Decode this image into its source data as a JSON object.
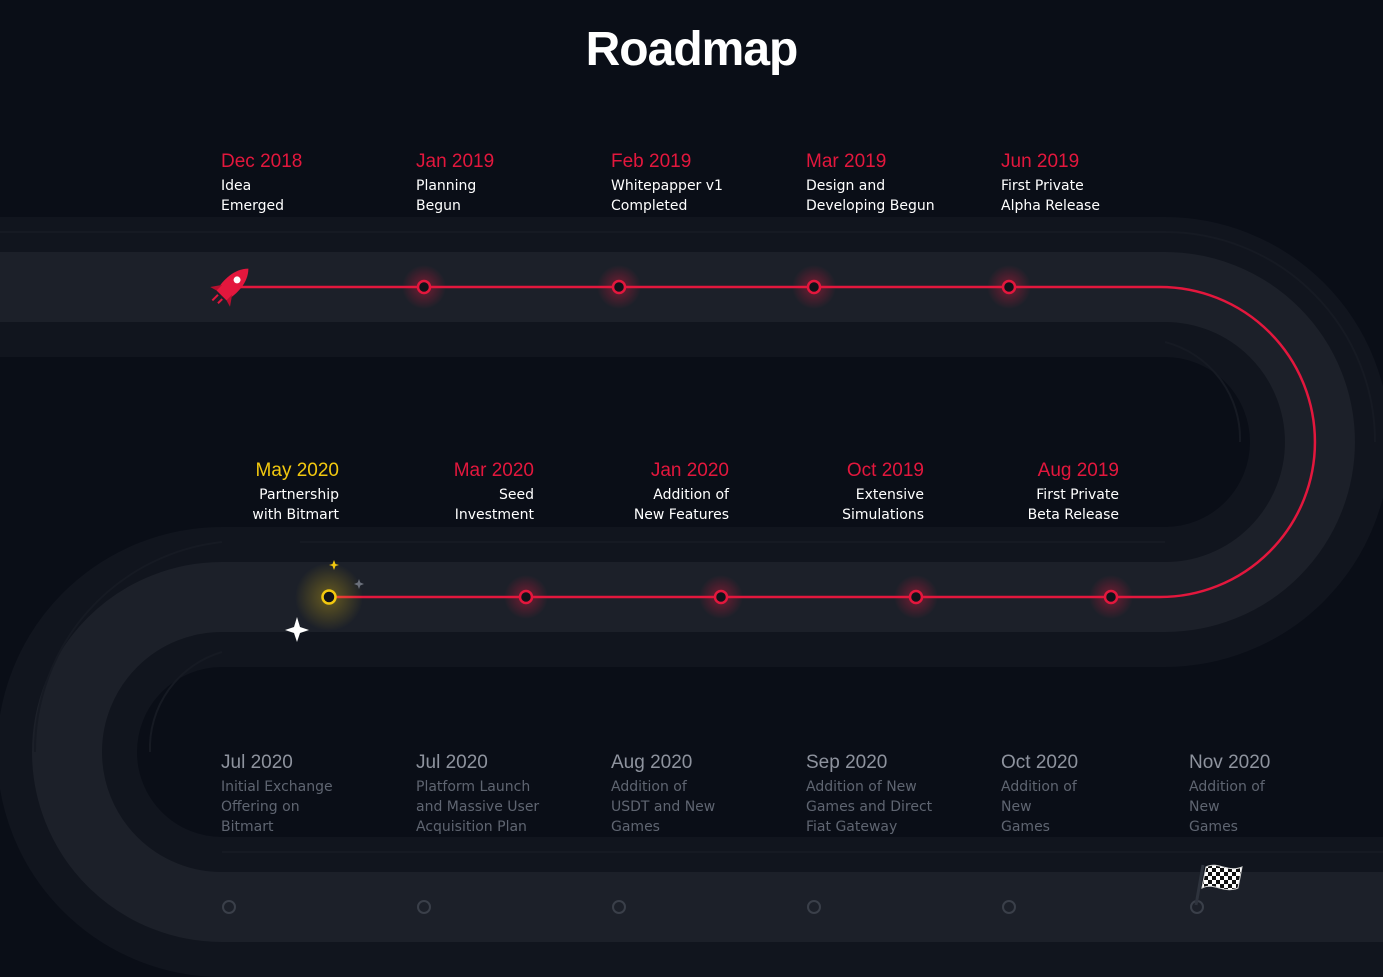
{
  "title": "Roadmap",
  "colors": {
    "accent": "#e3173d",
    "current": "#f2c80f",
    "future": "#8e939e",
    "track": "#1d212b",
    "background": "#0a0e17"
  },
  "rows": [
    {
      "milestones": [
        {
          "date": "Dec 2018",
          "text": "Idea\nEmerged",
          "status": "done"
        },
        {
          "date": "Jan 2019",
          "text": "Planning\nBegun",
          "status": "done"
        },
        {
          "date": "Feb 2019",
          "text": "Whitepapper v1\nCompleted",
          "status": "done"
        },
        {
          "date": "Mar 2019",
          "text": "Design and\nDeveloping Begun",
          "status": "done"
        },
        {
          "date": "Jun 2019",
          "text": "First Private\nAlpha Release",
          "status": "done"
        }
      ]
    },
    {
      "milestones": [
        {
          "date": "May 2020",
          "text": "Partnership\nwith Bitmart",
          "status": "current"
        },
        {
          "date": "Mar 2020",
          "text": "Seed\nInvestment",
          "status": "done"
        },
        {
          "date": "Jan 2020",
          "text": "Addition of\nNew Features",
          "status": "done"
        },
        {
          "date": "Oct 2019",
          "text": "Extensive\nSimulations",
          "status": "done"
        },
        {
          "date": "Aug 2019",
          "text": "First Private\nBeta Release",
          "status": "done"
        }
      ]
    },
    {
      "milestones": [
        {
          "date": "Jul 2020",
          "text": "Initial Exchange\nOffering on\nBitmart",
          "status": "future"
        },
        {
          "date": "Jul 2020",
          "text": "Platform Launch\nand Massive User\nAcquisition Plan",
          "status": "future"
        },
        {
          "date": "Aug 2020",
          "text": "Addition of\nUSDT and New\nGames",
          "status": "future"
        },
        {
          "date": "Sep 2020",
          "text": "Addition of New\nGames and Direct\nFiat Gateway",
          "status": "future"
        },
        {
          "date": "Oct 2020",
          "text": "Addition of\nNew\nGames",
          "status": "future"
        },
        {
          "date": "Nov 2020",
          "text": "Addition of\nNew\nGames",
          "status": "future"
        }
      ]
    }
  ],
  "icons": {
    "start": "rocket-icon",
    "finish": "checkered-flag-icon",
    "current": "sparkle-icon"
  }
}
